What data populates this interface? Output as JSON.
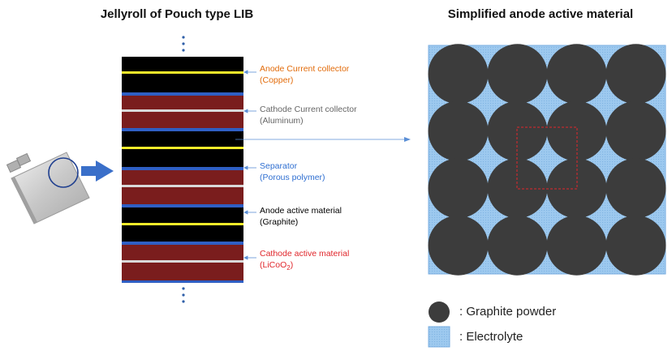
{
  "left_title": "Jellyroll of Pouch type LIB",
  "right_title": "Simplified anode active material",
  "labels": {
    "anode_cc": {
      "line1": "Anode Current collector",
      "line2": "(Copper)"
    },
    "cathode_cc": {
      "line1": "Cathode Current collector",
      "line2": "(Aluminum)"
    },
    "separator": {
      "line1": "Separator",
      "line2": "(Porous polymer)"
    },
    "anode_am": {
      "line1": "Anode active material",
      "line2": "(Graphite)"
    },
    "cathode_am": {
      "line1": "Cathode active material",
      "line2_main": "(LiCoO",
      "line2_sub": "2",
      "line2_end": ")"
    }
  },
  "legend": {
    "graphite": ": Graphite powder",
    "electrolyte": ": Electrolyte"
  },
  "colors": {
    "anode_cc": "#f5ec2a",
    "cathode_cc": "#d9d9d9",
    "separator": "#2f5fc4",
    "anode_am": "#000000",
    "cathode_am": "#7a1d1d",
    "graphite": "#3c3c3c",
    "electrolyte": "#9dc9ef",
    "label_orange": "#e26b0a",
    "label_gray": "#666666",
    "label_blue": "#2f6fd1",
    "label_black": "#000000",
    "label_red": "#e0262b"
  }
}
